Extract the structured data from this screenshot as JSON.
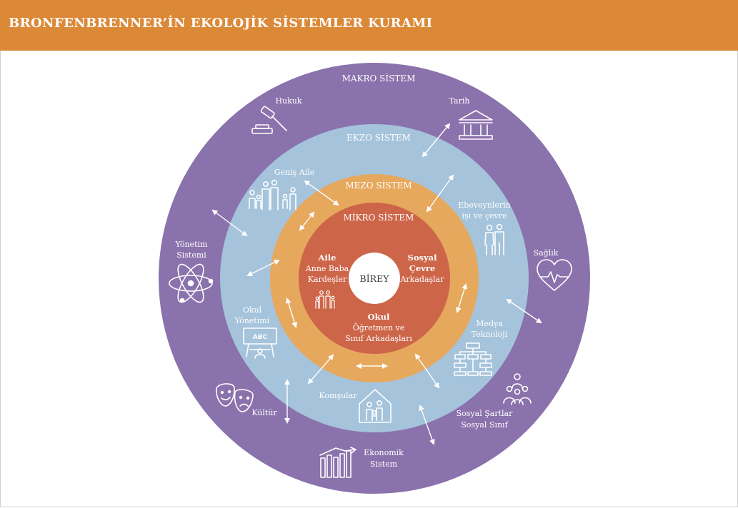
{
  "title": "BRONFENBRENNER’İN EKOLOJİK SİSTEMLER KURAMI",
  "rings": {
    "makro": "MAKRO SİSTEM",
    "ekzo": "EKZO SİSTEM",
    "mezo": "MEZO SİSTEM",
    "mikro": "MİKRO SİSTEM",
    "center": "BİREY"
  },
  "makro_items": {
    "hukuk": "Hukuk",
    "tarih": "Tarih",
    "yonetim_1": "Yönetim",
    "yonetim_2": "Sistemi",
    "saglik": "Sağlık",
    "kultur": "Kültür",
    "ekonomik_1": "Ekonomik",
    "ekonomik_2": "Sistem",
    "sosyal_1": "Sosyal Şartlar",
    "sosyal_2": "Sosyal Sınıf"
  },
  "ekzo_items": {
    "genis_aile": "Geniş Aile",
    "ebeveyn_1": "Ebeveynlerin",
    "ebeveyn_2": "işi ve çevre",
    "okul_yon_1": "Okul",
    "okul_yon_2": "Yönetimi",
    "medya_1": "Medya",
    "medya_2": "Teknoloji",
    "komsular": "Komşular"
  },
  "mikro_items": {
    "aile_title": "Aile",
    "aile_1": "Anne Baba",
    "aile_2": "Kardeşler",
    "sosyal_title_1": "Sosyal",
    "sosyal_title_2": "Çevre",
    "sosyal_1": "Arkadaşlar",
    "okul_title": "Okul",
    "okul_1": "Öğretmen ve",
    "okul_2": "Sınıf Arkadaşları"
  },
  "colors": {
    "header": "#dc8937",
    "makro": "#8a72ac",
    "ekzo": "#a5c3db",
    "mezo": "#e6a85d",
    "mikro": "#cd6549",
    "center": "#ffffff"
  },
  "icons": [
    "gavel-icon",
    "bank-icon",
    "atom-icon",
    "heart-pulse-icon",
    "theater-masks-icon",
    "chart-growth-icon",
    "group-people-icon",
    "family-icon",
    "couple-icon",
    "classroom-board-icon",
    "org-chart-icon",
    "house-family-icon",
    "small-family-icon"
  ]
}
